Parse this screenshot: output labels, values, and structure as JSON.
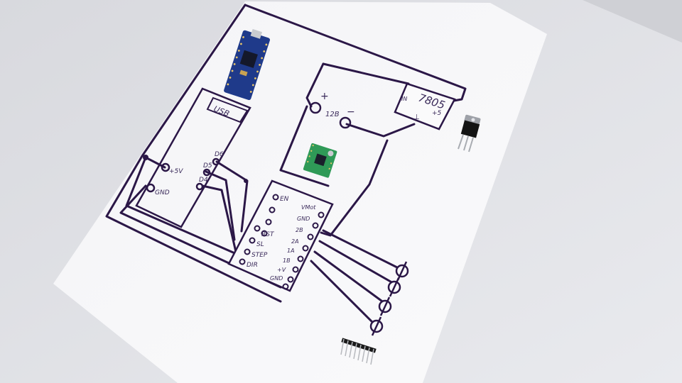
{
  "drawing": {
    "arduino": {
      "usb_label": "USB",
      "pins": {
        "d6": "D6",
        "d5": "D5",
        "d4": "D4",
        "plus5v": "+5V",
        "gnd": "GND"
      }
    },
    "regulator": {
      "part": "7805",
      "in": "IN",
      "out": "+5",
      "gnd": "⊥"
    },
    "supply": {
      "voltage": "12B",
      "plus": "+",
      "minus": "−"
    },
    "driver": {
      "left_pins": [
        "EN",
        "",
        "",
        "",
        "RST",
        "SL",
        "STEP",
        "DIR"
      ],
      "right_pins": [
        "VMot",
        "GND",
        "2B",
        "2A",
        "1A",
        "1B",
        "+V",
        "GND"
      ]
    }
  },
  "colors": {
    "paper": "#f6f6f8",
    "ink": "#2b1747",
    "background": "#dfe0e4",
    "board_blue": "#1f3a8a",
    "board_green": "#2f9a57"
  }
}
